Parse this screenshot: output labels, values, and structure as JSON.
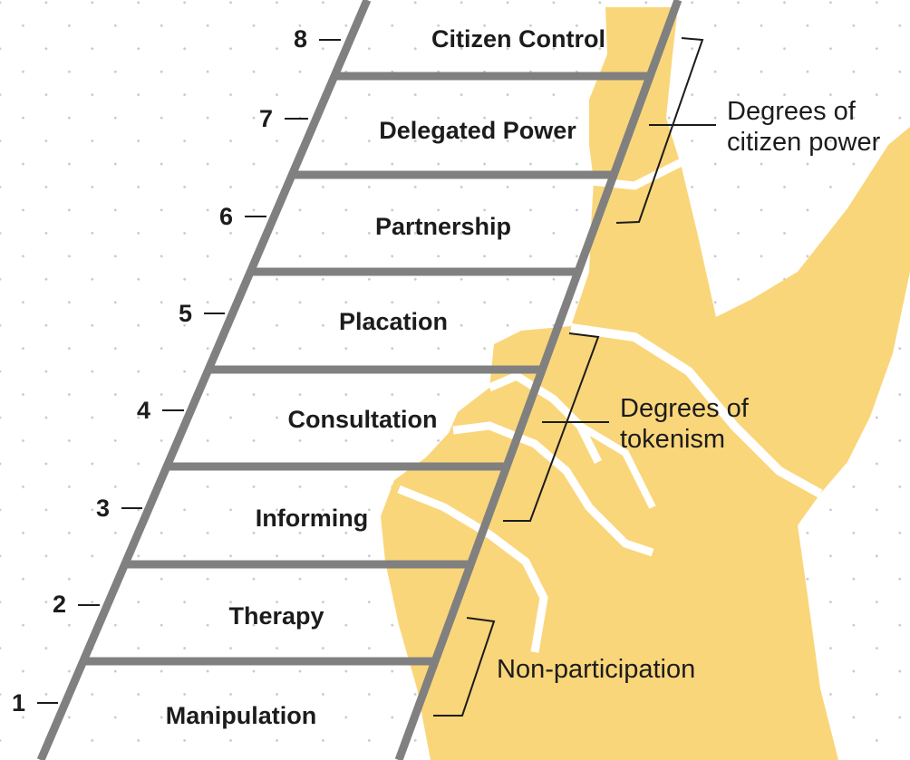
{
  "colors": {
    "hand": "#fad67a",
    "rail": "#808080",
    "text": "#1c1c1c",
    "dots": "#c8c8c8"
  },
  "rungs": [
    {
      "number": "8",
      "label": "Citizen Control"
    },
    {
      "number": "7",
      "label": "Delegated Power"
    },
    {
      "number": "6",
      "label": "Partnership"
    },
    {
      "number": "5",
      "label": "Placation"
    },
    {
      "number": "4",
      "label": "Consultation"
    },
    {
      "number": "3",
      "label": "Informing"
    },
    {
      "number": "2",
      "label": "Therapy"
    },
    {
      "number": "1",
      "label": "Manipulation"
    }
  ],
  "groups": [
    {
      "lines": [
        "Degrees of",
        "citizen power"
      ]
    },
    {
      "lines": [
        "Degrees of",
        "tokenism"
      ]
    },
    {
      "lines": [
        "Non-participation"
      ]
    }
  ]
}
